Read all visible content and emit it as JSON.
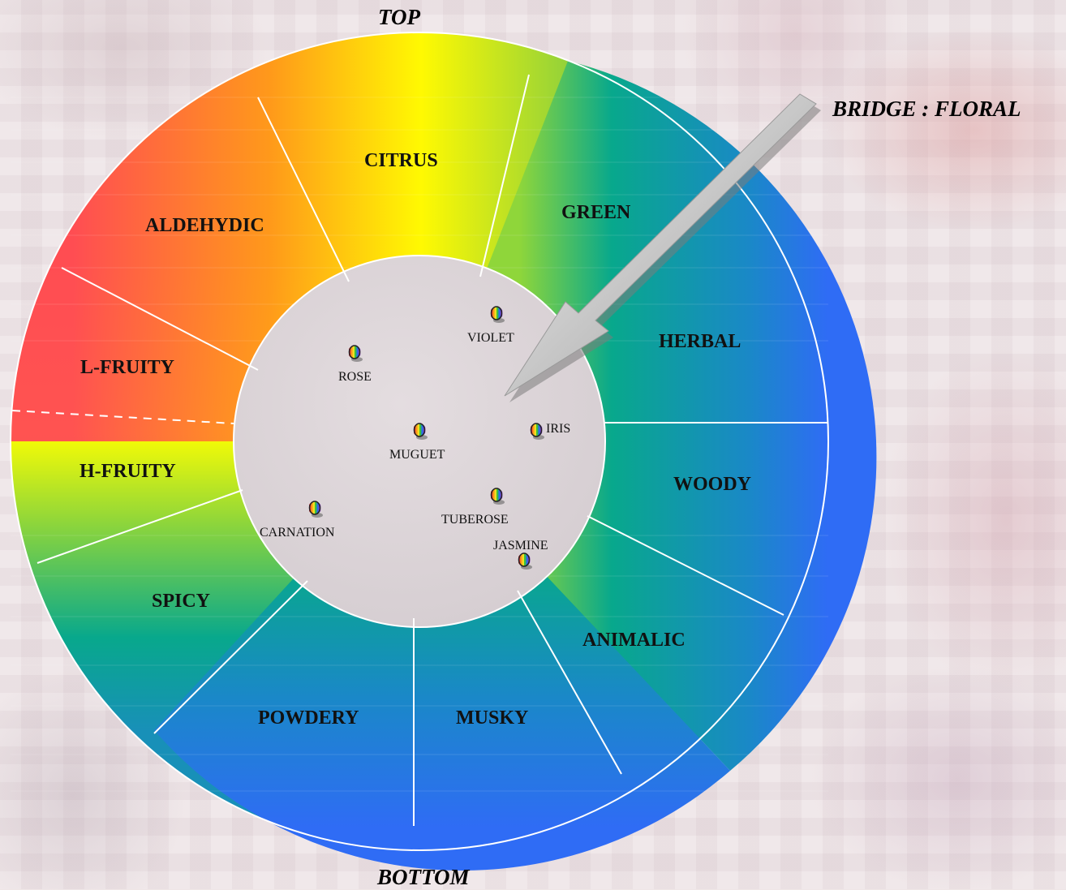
{
  "captions": {
    "top": "TOP",
    "bottom": "BOTTOM",
    "bridge": "BRIDGE : FLORAL"
  },
  "wheel": {
    "segments": [
      {
        "name": "CITRUS"
      },
      {
        "name": "GREEN"
      },
      {
        "name": "HERBAL"
      },
      {
        "name": "WOODY"
      },
      {
        "name": "ANIMALIC"
      },
      {
        "name": "MUSKY"
      },
      {
        "name": "POWDERY"
      },
      {
        "name": "SPICY"
      },
      {
        "name": "H-FRUITY"
      },
      {
        "name": "L-FRUITY"
      },
      {
        "name": "ALDEHYDIC"
      }
    ],
    "floral_notes": [
      {
        "name": "VIOLET"
      },
      {
        "name": "ROSE"
      },
      {
        "name": "IRIS"
      },
      {
        "name": "MUGUET"
      },
      {
        "name": "TUBEROSE"
      },
      {
        "name": "CARNATION"
      },
      {
        "name": "JASMINE"
      }
    ],
    "colors": {
      "red": "#ff4a55",
      "orange": "#ff9a1a",
      "yellow": "#ffff00",
      "green": "#8fd63a",
      "teal": "#08a88c",
      "blue": "#2f6cf5"
    }
  }
}
